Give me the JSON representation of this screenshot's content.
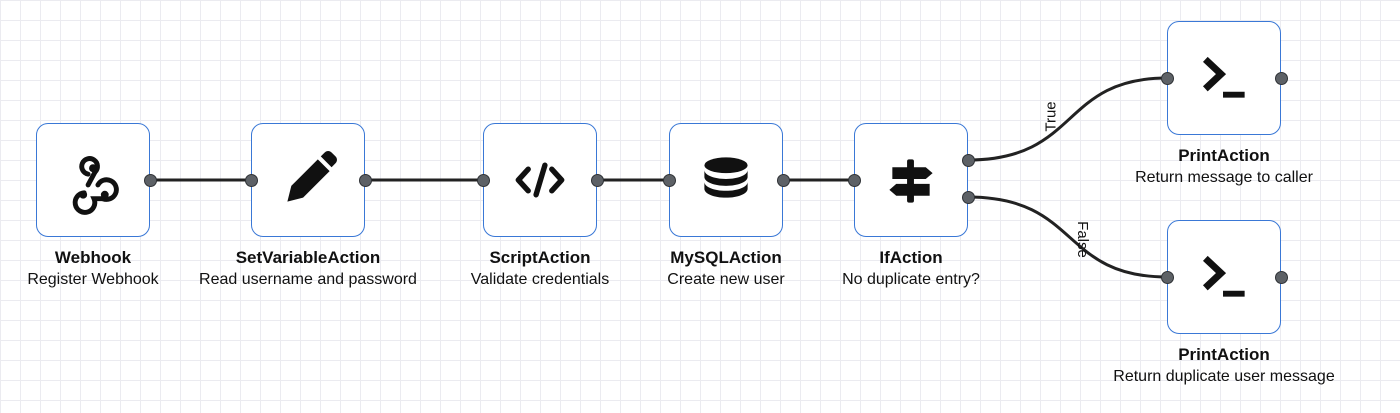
{
  "colors": {
    "node_border": "#3a78d6",
    "edge": "#222222",
    "port": "#5d6166",
    "grid": "#ebebf0"
  },
  "nodes": [
    {
      "title": "Webhook",
      "subtitle": "Register Webhook",
      "icon": "webhook-icon"
    },
    {
      "title": "SetVariableAction",
      "subtitle": "Read username and password",
      "icon": "pencil-icon"
    },
    {
      "title": "ScriptAction",
      "subtitle": "Validate credentials",
      "icon": "code-icon"
    },
    {
      "title": "MySQLAction",
      "subtitle": "Create new user",
      "icon": "database-icon"
    },
    {
      "title": "IfAction",
      "subtitle": "No duplicate entry?",
      "icon": "signpost-icon"
    },
    {
      "title": "PrintAction",
      "subtitle": "Return message to caller",
      "icon": "terminal-icon"
    },
    {
      "title": "PrintAction",
      "subtitle": "Return duplicate user message",
      "icon": "terminal-icon"
    }
  ],
  "edge_labels": {
    "true": "True",
    "false": "False"
  }
}
